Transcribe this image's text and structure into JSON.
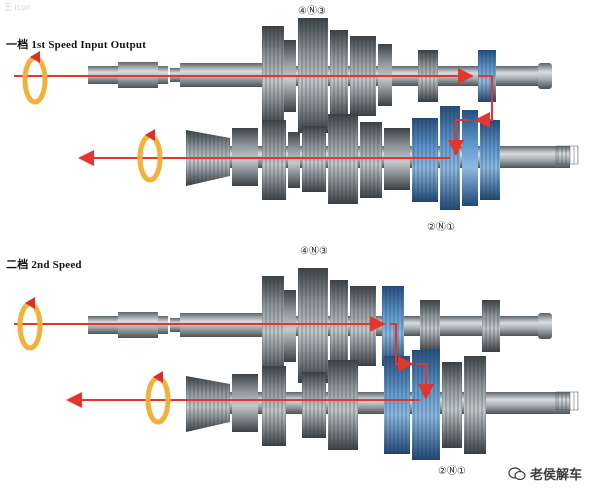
{
  "watermark_corner": "王 icon",
  "panels": [
    {
      "title": "一档 1st Speed Input Output",
      "label_top": "④Ⓝ③",
      "label_bottom": "②Ⓝ①"
    },
    {
      "title": "二档 2nd Speed",
      "label_top": "④Ⓝ③",
      "label_bottom": "②Ⓝ①"
    }
  ],
  "brand": {
    "text": "老侯解车",
    "icon": "wechat-icon"
  },
  "colors": {
    "flow_arrow": "#e2362f",
    "rotation_orange": "#f2b13a",
    "rotation_red": "#d8312c",
    "engaged_gear": "#3d7fc0",
    "shaft_gray": "#9aa1a6"
  }
}
